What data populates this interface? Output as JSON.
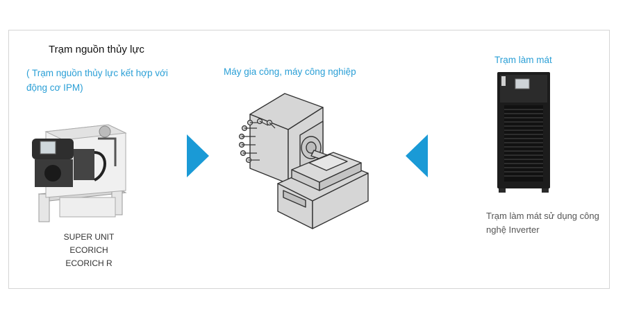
{
  "left": {
    "title": "Trạm nguồn thủy lực",
    "subtitle": "( Trạm nguồn thủy lực kết hợp với động cơ IPM)",
    "models": [
      "SUPER UNIT",
      "ECORICH",
      "ECORICH R"
    ]
  },
  "center": {
    "title": "Máy gia công, máy công nghiệp"
  },
  "right": {
    "title": "Trạm làm mát",
    "description": "Trạm làm mát sử dụng công nghệ Inverter"
  },
  "colors": {
    "accent": "#2a9fd6",
    "arrow": "#1a9ad6"
  },
  "icons": [
    "hydraulic-unit-image",
    "machine-tool-illustration",
    "cooling-unit-image",
    "arrow-right-icon",
    "arrow-left-icon"
  ]
}
